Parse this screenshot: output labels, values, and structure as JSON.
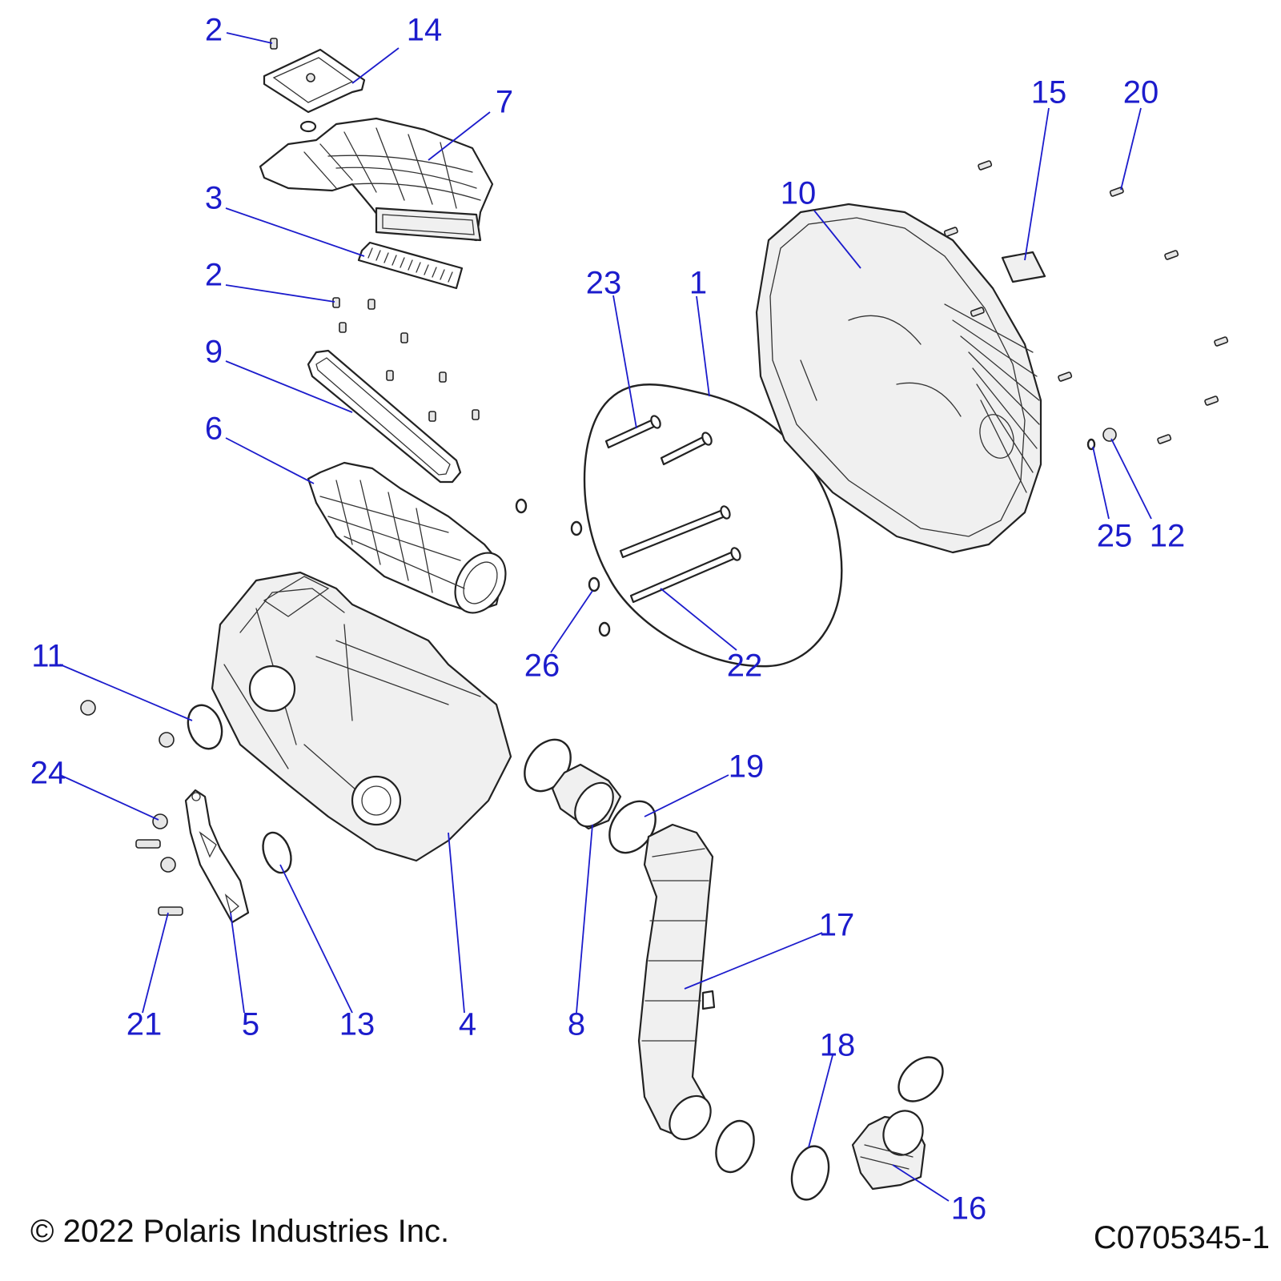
{
  "callouts": [
    {
      "id": "c1",
      "label": "1"
    },
    {
      "id": "c2a",
      "label": "2"
    },
    {
      "id": "c2b",
      "label": "2"
    },
    {
      "id": "c3",
      "label": "3"
    },
    {
      "id": "c4",
      "label": "4"
    },
    {
      "id": "c5",
      "label": "5"
    },
    {
      "id": "c6",
      "label": "6"
    },
    {
      "id": "c7",
      "label": "7"
    },
    {
      "id": "c8",
      "label": "8"
    },
    {
      "id": "c9",
      "label": "9"
    },
    {
      "id": "c10",
      "label": "10"
    },
    {
      "id": "c11",
      "label": "11"
    },
    {
      "id": "c12",
      "label": "12"
    },
    {
      "id": "c13",
      "label": "13"
    },
    {
      "id": "c14",
      "label": "14"
    },
    {
      "id": "c15",
      "label": "15"
    },
    {
      "id": "c16",
      "label": "16"
    },
    {
      "id": "c17",
      "label": "17"
    },
    {
      "id": "c18",
      "label": "18"
    },
    {
      "id": "c19",
      "label": "19"
    },
    {
      "id": "c20",
      "label": "20"
    },
    {
      "id": "c21",
      "label": "21"
    },
    {
      "id": "c22",
      "label": "22"
    },
    {
      "id": "c23",
      "label": "23"
    },
    {
      "id": "c24",
      "label": "24"
    },
    {
      "id": "c25",
      "label": "25"
    },
    {
      "id": "c26",
      "label": "26"
    }
  ],
  "footer": {
    "copyright": "© 2022 Polaris Industries Inc.",
    "figure_id": "C0705345-1"
  },
  "colors": {
    "callout": "#1c1ccc",
    "line_art": "#222222",
    "background": "#ffffff"
  }
}
